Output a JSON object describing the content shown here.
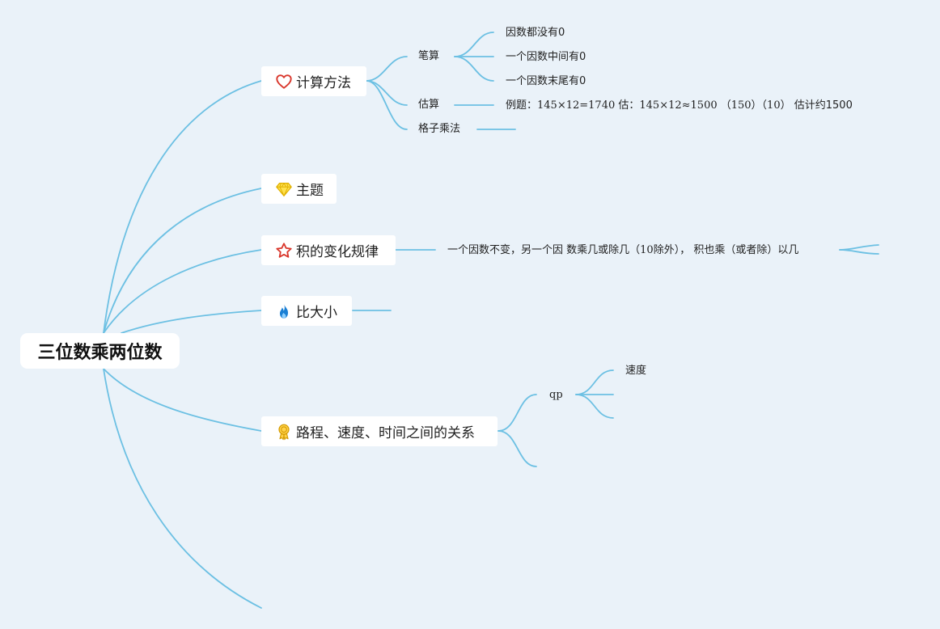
{
  "root": {
    "label": "三位数乘两位数"
  },
  "topics": {
    "method": {
      "label": "计算方法",
      "icon": "heart-icon",
      "color": "#d9362b"
    },
    "theme": {
      "label": "主题",
      "icon": "diamond-icon",
      "color": "#f2c400"
    },
    "rule": {
      "label": "积的变化规律",
      "icon": "star-icon",
      "color": "#d9362b"
    },
    "compare": {
      "label": "比大小",
      "icon": "flame-icon",
      "color": "#1a7fd4"
    },
    "relation": {
      "label": "路程、速度、时间之间的关系",
      "icon": "medal-icon",
      "color": "#f2b400"
    }
  },
  "method_children": {
    "written": "笔算",
    "estimate": "估算",
    "lattice": "格子乘法"
  },
  "written_children": [
    "因数都没有0",
    "一个因数中间有0",
    "一个因数末尾有0"
  ],
  "estimate_example": {
    "a": "例题：",
    "b": "145×12=1740",
    "c": " 估：",
    "d": "145×12≈1500 （150）（10） ",
    "e": "估计约1500"
  },
  "rule_child": {
    "a": "一个因数不变，另一个因 数乘几或除几（",
    "b": "10",
    "c": "除外）， 积也乘（或者除）以几"
  },
  "relation_children": {
    "qp": "qp",
    "speed": "速度"
  },
  "colors": {
    "link": "#6cc0e3",
    "background": "#eaf2f9"
  }
}
